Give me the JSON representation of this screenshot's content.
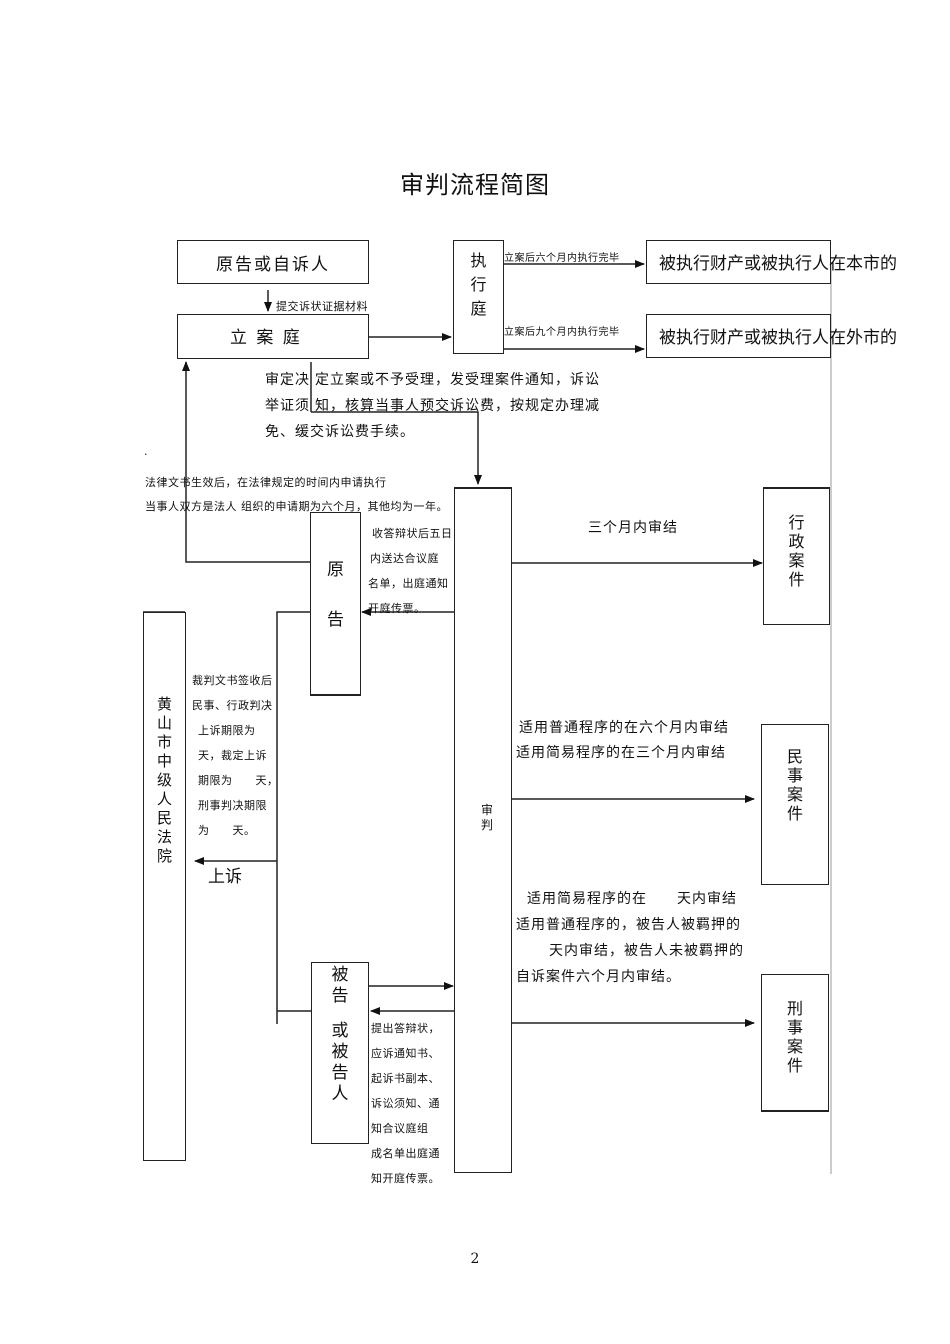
{
  "title": "审判流程简图",
  "page_number": "2",
  "nodes": {
    "plaintiff_top": "原告或自诉人",
    "filing_court": "立 案 庭",
    "execution_court": [
      "执",
      "行",
      "庭"
    ],
    "exec_local": "被执行财产或被执行人在本市的",
    "exec_outside": "被执行财产或被执行人在外市的",
    "trial": [
      "审",
      "判"
    ],
    "plaintiff": [
      "原",
      "告"
    ],
    "intermediate_court": [
      "黄",
      "山",
      "市",
      "中",
      "级",
      "人",
      "民",
      "法",
      "院"
    ],
    "defendant": [
      "被",
      "告",
      "",
      "或",
      "被",
      "告",
      "人"
    ],
    "admin_case": [
      "行",
      "政",
      "案",
      "件"
    ],
    "civil_case": [
      "民",
      "事",
      "案",
      "件"
    ],
    "criminal_case": [
      "刑",
      "事",
      "案",
      "件"
    ]
  },
  "labels": {
    "submit_materials": "提交诉状证据材料",
    "exec_six_months": "立案后六个月内执行完毕",
    "exec_nine_months": "立案后九个月内执行完毕",
    "filing_review_left": [
      "审定决",
      "举证须"
    ],
    "filing_review_right": [
      "定立案或不予受理，发受理案件通知，诉讼",
      "知，核算当事人预交诉讼费，按规定办理减"
    ],
    "filing_review_last": "免、缓交诉讼费手续。",
    "dot": "·",
    "apply_execution": [
      "法律文书生效后，在法律规定的时间内申请执行",
      "当事人双方是法人 组织的申请期为六个月，其他均为一年。"
    ],
    "plaintiff_notice": [
      "收答辩状后五日",
      "内送达合议庭",
      "名单，出庭通知",
      "开庭传票。"
    ],
    "appeal_period": [
      "裁判文书签收后",
      "民事、行政判决",
      "上诉期限为",
      "天，裁定上诉",
      "期限为　　天，",
      "刑事判决期限",
      "为　　天。"
    ],
    "appeal": "上诉",
    "admin_deadline": "三个月内审结",
    "civil_deadline": [
      "适用普通程序的在六个月内审结",
      "适用简易程序的在三个月内审结"
    ],
    "criminal_deadline": [
      "适用简易程序的在　　天内审结",
      "适用普通程序的，被告人被羁押的",
      "　天内审结，被告人未被羁押的",
      "自诉案件六个月内审结。"
    ],
    "defendant_notice": [
      "提出答辩状，",
      "应诉通知书、",
      "起诉书副本、",
      "诉讼须知、通",
      "知合议庭组",
      "成名单出庭通",
      "知开庭传票。"
    ]
  }
}
